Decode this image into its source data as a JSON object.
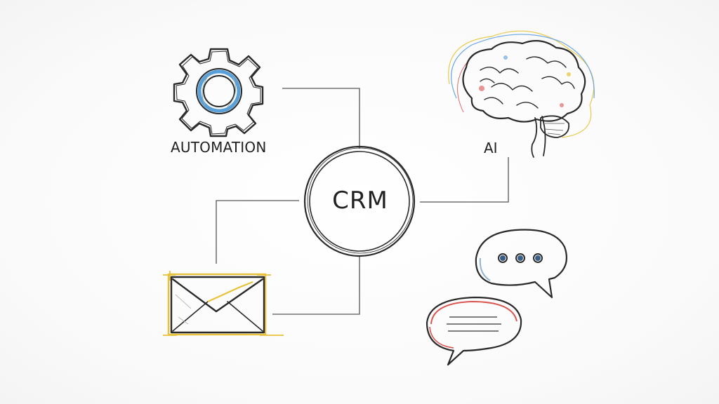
{
  "nodes": {
    "center": {
      "label": "CRM"
    },
    "automation": {
      "label": "AUTOMATION",
      "icon": "gear-icon"
    },
    "ai": {
      "label": "AI",
      "icon": "brain-icon"
    },
    "email": {
      "label": "",
      "icon": "envelope-icon"
    },
    "chat": {
      "label": "",
      "icon": "chat-bubbles-icon"
    }
  },
  "colors": {
    "ink": "#2a2a2a",
    "gear_accent": "#5aa0d8",
    "envelope_accent": "#e8c23a",
    "chat_top_accent": "#8fb3d0",
    "chat_bottom_accent": "#d9534f",
    "brain_red": "#e36a6a",
    "brain_blue": "#6aa6e3",
    "brain_yellow": "#e9c94a"
  }
}
